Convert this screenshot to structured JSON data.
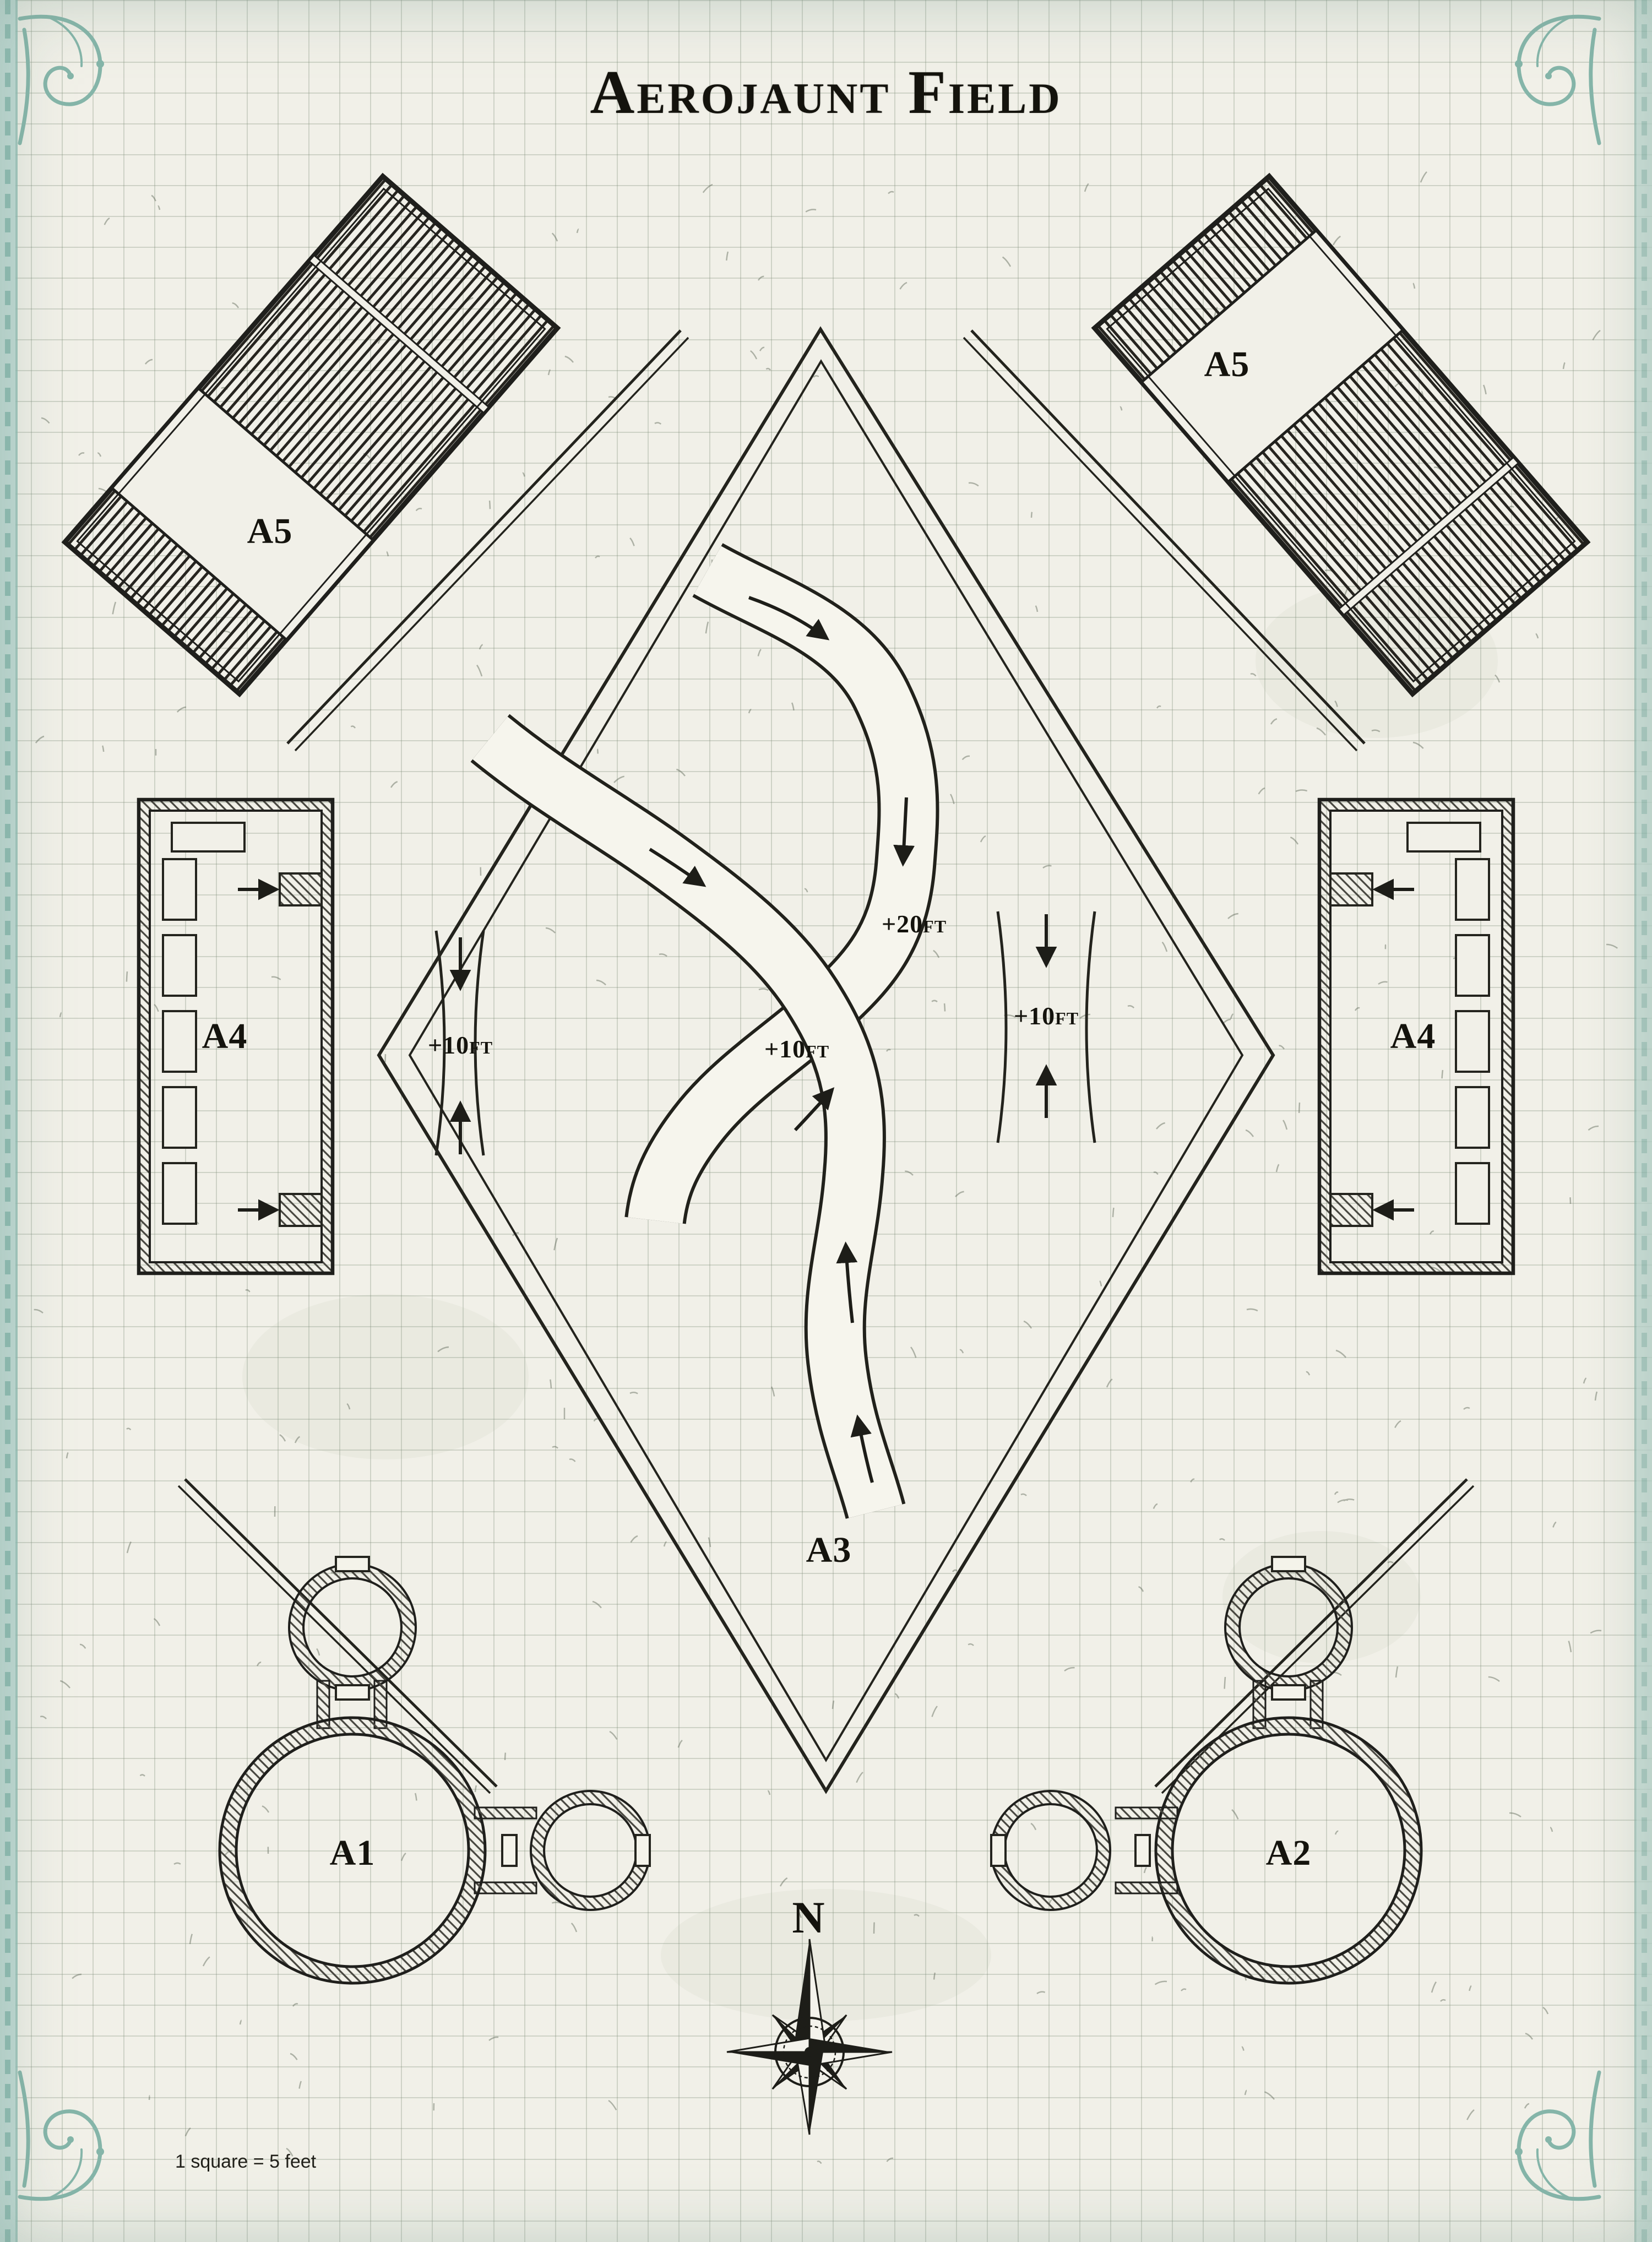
{
  "title": "Aerojaunt Field",
  "scale_note": "1 square = 5 feet",
  "compass": {
    "north_label": "N"
  },
  "areas": {
    "a1": {
      "label": "A1"
    },
    "a2": {
      "label": "A2"
    },
    "a3": {
      "label": "A3"
    },
    "a4_west": {
      "label": "A4"
    },
    "a4_east": {
      "label": "A4"
    },
    "a5_northwest": {
      "label": "A5"
    },
    "a5_northeast": {
      "label": "A5"
    }
  },
  "wind_annotations": {
    "updraft_center_high": "+20ft",
    "updraft_center_low": "+10ft",
    "updraft_west": "+10ft",
    "updraft_east": "+10ft"
  },
  "colors": {
    "ink": "#1d1d18",
    "paper": "#f1f0e8",
    "grid": "#d9dacb",
    "flourish": "#85b5a9"
  }
}
